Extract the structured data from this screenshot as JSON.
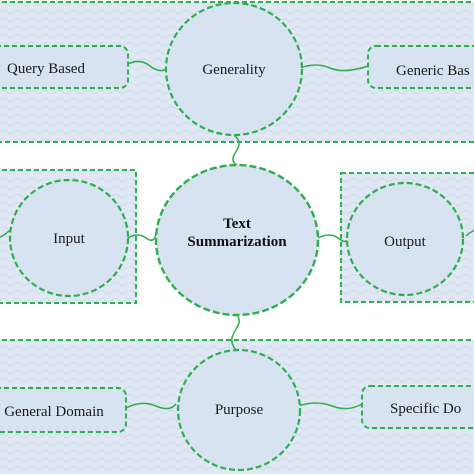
{
  "diagram": {
    "center": {
      "line1": "Text",
      "line2": "Summarization"
    },
    "input": {
      "label": "Input"
    },
    "output": {
      "label": "Output"
    },
    "top_band": {
      "left_label": "Query Based",
      "center_label": "Generality",
      "right_label": "Generic Bas"
    },
    "bottom_band": {
      "left_label": "General Domain",
      "center_label": "Purpose",
      "right_label": "Specific Do"
    }
  },
  "colors": {
    "dashed_stroke": "#2fae4f",
    "band_fill": "#dde7f4",
    "node_fill": "#d7e3f1",
    "connector": "#2fae4f"
  }
}
